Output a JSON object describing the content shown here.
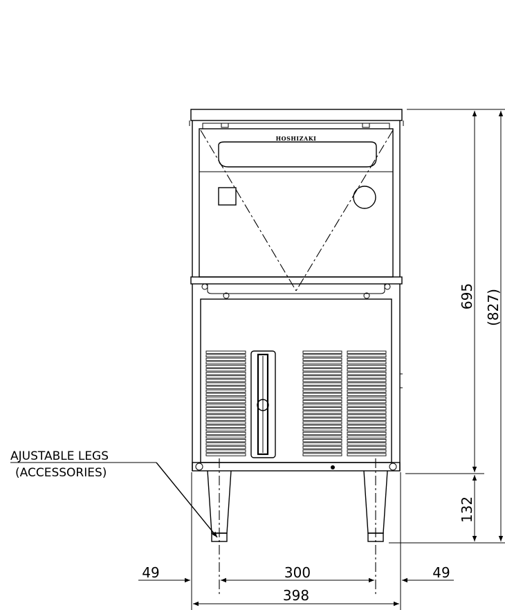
{
  "brand": "HOSHIZAKI",
  "callout": {
    "line1": "AJUSTABLE LEGS",
    "line2": "(ACCESSORIES)"
  },
  "dimensions": {
    "height_body": "695",
    "height_total": "(827)",
    "leg_height": "132",
    "left_offset": "49",
    "leg_spacing": "300",
    "right_offset": "49",
    "total_width": "398"
  }
}
